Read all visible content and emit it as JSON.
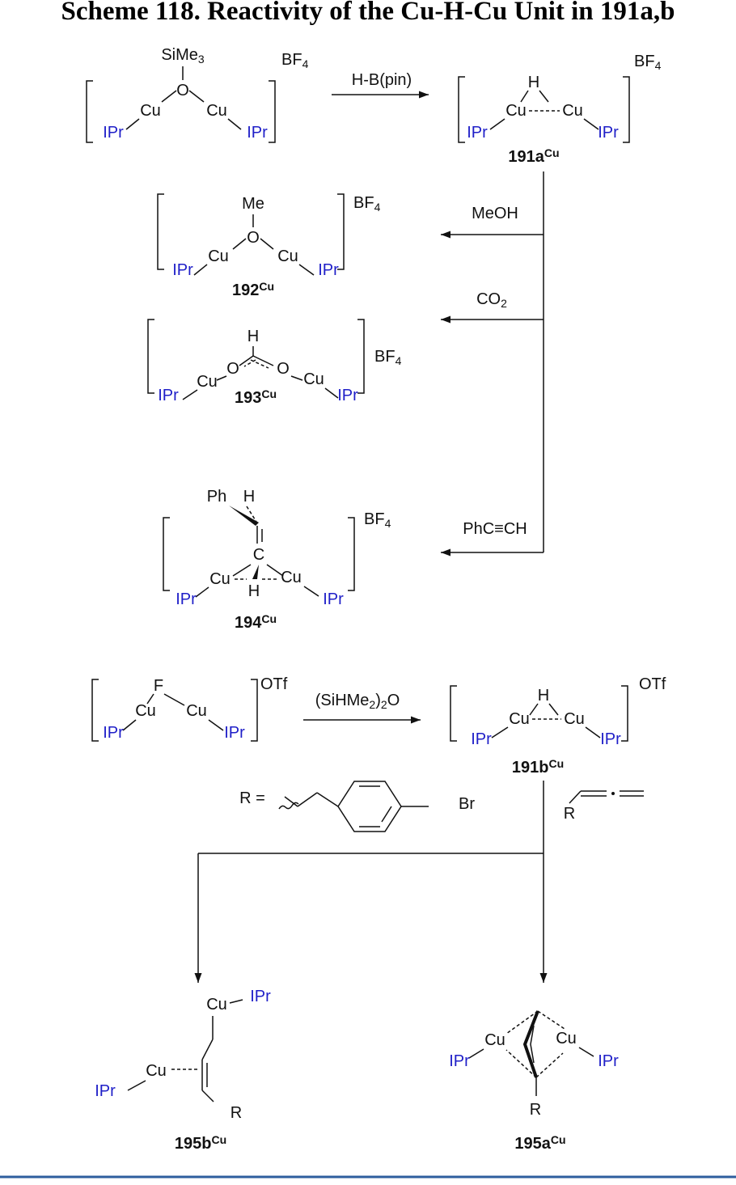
{
  "title": "Scheme 118. Reactivity of the Cu-H-Cu Unit in 191a,b",
  "atoms": {
    "cu": "Cu",
    "o": "O",
    "h": "H",
    "c": "C",
    "f": "F",
    "r": "R",
    "ipr": "IPr",
    "me": "Me",
    "ph": "Ph",
    "br": "Br"
  },
  "counterions": {
    "bf": "BF",
    "bf_sub": "4",
    "otf": "OTf"
  },
  "sime3": {
    "main": "SiMe",
    "sub": "3"
  },
  "reagents": {
    "hbpin": "H-B(pin)",
    "meoh": "MeOH",
    "co2": {
      "main": "CO",
      "sub": "2"
    },
    "phcch": "PhC≡CH",
    "siloxane": {
      "a": "(SiHMe",
      "sub1": "2",
      "b": ")",
      "sub2": "2",
      "c": "O"
    },
    "r_def": "R ="
  },
  "labels": {
    "c191a": {
      "num": "191a",
      "sup": "Cu"
    },
    "c191b": {
      "num": "191b",
      "sup": "Cu"
    },
    "c192": {
      "num": "192",
      "sup": "Cu"
    },
    "c193": {
      "num": "193",
      "sup": "Cu"
    },
    "c194": {
      "num": "194",
      "sup": "Cu"
    },
    "c195a": {
      "num": "195a",
      "sup": "Cu"
    },
    "c195b": {
      "num": "195b",
      "sup": "Cu"
    }
  },
  "colors": {
    "ligand": "#1f1fc8",
    "rule": "#2e5e9e",
    "ink": "#111111"
  }
}
